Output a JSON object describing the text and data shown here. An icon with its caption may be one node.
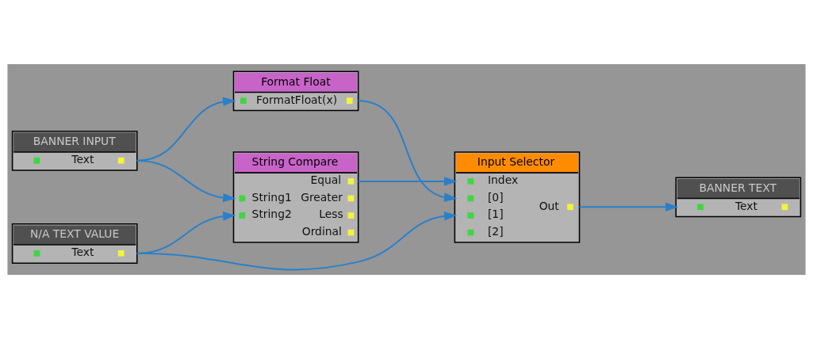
{
  "diagram": {
    "nodes": [
      {
        "text": [
          "BANNER INPUT",
          "Text"
        ]
      },
      {
        "text": [
          "Format Float",
          "FormatFloat(x)"
        ]
      },
      {
        "text": [
          "String Compare",
          "Equal",
          "String1",
          "Greater",
          "String2",
          "Less",
          "Ordinal"
        ]
      },
      {
        "text": [
          "N/A TEXT VALUE",
          "Text"
        ]
      },
      {
        "text": [
          "Input Selector",
          "Index",
          "[0]",
          "Out",
          "[1]",
          "[2]"
        ]
      },
      {
        "text": [
          "BANNER TEXT",
          "Text"
        ]
      }
    ],
    "edges": [
      {
        "from": 0,
        "to": 1,
        "arrow": "to"
      },
      {
        "from": 0,
        "to": 2,
        "arrow": "to"
      },
      {
        "from": 3,
        "to": 2,
        "arrow": "to"
      },
      {
        "from": 2,
        "to": 4,
        "arrow": "to"
      },
      {
        "from": 1,
        "to": 4,
        "arrow": "to"
      },
      {
        "from": 3,
        "to": 4,
        "arrow": "to"
      },
      {
        "from": 4,
        "to": 5,
        "arrow": "to"
      }
    ]
  }
}
